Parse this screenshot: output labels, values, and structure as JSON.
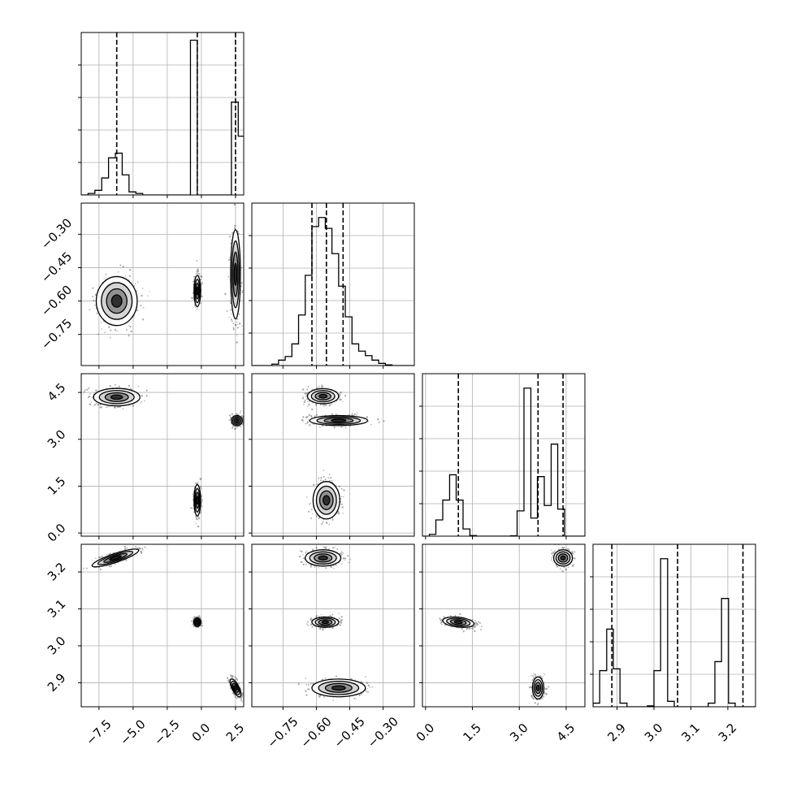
{
  "chart_data": {
    "type": "corner",
    "params": [
      {
        "ticks": [
          -7.5,
          -5.0,
          -2.5,
          0.0,
          2.5
        ],
        "tick_labels": [
          "−7.5",
          "−5.0",
          "−2.5",
          "0.0",
          "2.5"
        ],
        "range": [
          -8.8,
          3.1
        ],
        "quantiles": [
          -6.2,
          -0.3,
          2.5
        ]
      },
      {
        "ticks": [
          -0.75,
          -0.6,
          -0.45,
          -0.3
        ],
        "tick_labels": [
          "−0.75",
          "−0.60",
          "−0.45",
          "−0.30"
        ],
        "range": [
          -0.89,
          -0.16
        ],
        "quantiles": [
          -0.62,
          -0.555,
          -0.48
        ]
      },
      {
        "ticks": [
          0.0,
          1.5,
          3.0,
          4.5
        ],
        "tick_labels": [
          "0.0",
          "1.5",
          "3.0",
          "4.5"
        ],
        "range": [
          -0.1,
          5.1
        ],
        "quantiles": [
          1.05,
          3.6,
          4.4
        ]
      },
      {
        "ticks": [
          2.9,
          3.0,
          3.1,
          3.2
        ],
        "tick_labels": [
          "2.9",
          "3.0",
          "3.1",
          "3.2"
        ],
        "range": [
          2.835,
          3.275
        ],
        "quantiles": [
          2.886,
          3.064,
          3.241
        ]
      }
    ],
    "histograms": [
      {
        "edges": [
          -8.8,
          -8.3,
          -7.8,
          -7.3,
          -6.8,
          -6.3,
          -5.8,
          -5.3,
          -4.8,
          -4.3,
          -3.8,
          -3.3,
          -2.8,
          -2.3,
          -1.8,
          -1.3,
          -0.8,
          -0.3,
          0.2,
          0.7,
          1.2,
          1.7,
          2.2,
          2.7,
          3.1
        ],
        "counts": [
          0,
          0.01,
          0.03,
          0.11,
          0.24,
          0.27,
          0.13,
          0.02,
          0.01,
          0,
          0,
          0,
          0,
          0,
          0,
          0,
          1.0,
          0,
          0,
          0,
          0,
          0,
          0.6,
          0.38
        ],
        "ymax": 1.05
      },
      {
        "edges": [
          -0.89,
          -0.86,
          -0.83,
          -0.8,
          -0.77,
          -0.74,
          -0.71,
          -0.68,
          -0.65,
          -0.62,
          -0.59,
          -0.56,
          -0.53,
          -0.5,
          -0.47,
          -0.44,
          -0.41,
          -0.38,
          -0.35,
          -0.32,
          -0.29,
          -0.26,
          -0.23,
          -0.2,
          -0.16
        ],
        "counts": [
          0,
          0,
          0,
          0.008,
          0.03,
          0.05,
          0.12,
          0.28,
          0.5,
          0.77,
          0.82,
          0.76,
          0.62,
          0.44,
          0.27,
          0.12,
          0.08,
          0.055,
          0.03,
          0.012,
          0.004,
          0,
          0,
          0
        ],
        "ymax": 0.9
      },
      {
        "edges": [
          -0.1,
          0.12,
          0.33,
          0.55,
          0.77,
          0.98,
          1.2,
          1.42,
          1.63,
          1.85,
          2.07,
          2.28,
          2.5,
          2.72,
          2.93,
          3.15,
          3.37,
          3.58,
          3.8,
          4.02,
          4.23,
          4.45,
          4.67,
          4.88,
          5.1
        ],
        "counts": [
          0,
          0.01,
          0.09,
          0.2,
          0.34,
          0.2,
          0.04,
          0.003,
          0,
          0,
          0,
          0,
          0,
          0.002,
          0.14,
          0.82,
          0.1,
          0.33,
          0.17,
          0.51,
          0.15,
          0,
          0,
          0
        ],
        "ymax": 0.9
      },
      {
        "edges": [
          2.835,
          2.853,
          2.872,
          2.89,
          2.908,
          2.927,
          2.945,
          2.963,
          2.982,
          3.0,
          3.018,
          3.037,
          3.055,
          3.073,
          3.092,
          3.11,
          3.128,
          3.147,
          3.165,
          3.183,
          3.202,
          3.22,
          3.238,
          3.257,
          3.275
        ],
        "counts": [
          0.02,
          0.2,
          0.43,
          0.21,
          0.02,
          0,
          0,
          0,
          0.005,
          0.2,
          0.82,
          0.03,
          0,
          0,
          0,
          0,
          0,
          0.02,
          0.25,
          0.6,
          0.02,
          0,
          0,
          0
        ],
        "ymax": 0.9
      }
    ],
    "blobs": [
      {
        "x": 0,
        "y": 1,
        "clusters": [
          {
            "cx": -6.2,
            "cy": -0.6,
            "sx": 0.75,
            "sy": 0.055,
            "rho": 0
          },
          {
            "cx": -0.3,
            "cy": -0.555,
            "sx": 0.12,
            "sy": 0.035,
            "rho": 0
          },
          {
            "cx": 2.5,
            "cy": -0.48,
            "sx": 0.18,
            "sy": 0.1,
            "rho": 0
          }
        ]
      },
      {
        "x": 0,
        "y": 2,
        "clusters": [
          {
            "cx": -6.2,
            "cy": 4.35,
            "sx": 0.85,
            "sy": 0.14,
            "rho": 0
          },
          {
            "cx": -0.3,
            "cy": 1.05,
            "sx": 0.12,
            "sy": 0.25,
            "rho": 0
          },
          {
            "cx": 2.6,
            "cy": 3.6,
            "sx": 0.2,
            "sy": 0.08,
            "rho": 0
          }
        ]
      },
      {
        "x": 0,
        "y": 3,
        "clusters": [
          {
            "cx": -6.3,
            "cy": 3.238,
            "sx": 0.85,
            "sy": 0.012,
            "rho": 0.85
          },
          {
            "cx": -0.3,
            "cy": 3.064,
            "sx": 0.13,
            "sy": 0.006,
            "rho": 0
          },
          {
            "cx": 2.5,
            "cy": 2.886,
            "sx": 0.2,
            "sy": 0.012,
            "rho": -0.7
          }
        ]
      },
      {
        "x": 1,
        "y": 2,
        "clusters": [
          {
            "cx": -0.57,
            "cy": 4.38,
            "sx": 0.035,
            "sy": 0.12,
            "rho": 0
          },
          {
            "cx": -0.5,
            "cy": 3.6,
            "sx": 0.065,
            "sy": 0.08,
            "rho": 0
          },
          {
            "cx": -0.555,
            "cy": 1.05,
            "sx": 0.03,
            "sy": 0.3,
            "rho": 0
          }
        ]
      },
      {
        "x": 1,
        "y": 3,
        "clusters": [
          {
            "cx": -0.57,
            "cy": 3.238,
            "sx": 0.04,
            "sy": 0.011,
            "rho": 0
          },
          {
            "cx": -0.56,
            "cy": 3.064,
            "sx": 0.03,
            "sy": 0.007,
            "rho": 0
          },
          {
            "cx": -0.5,
            "cy": 2.886,
            "sx": 0.06,
            "sy": 0.012,
            "rho": 0
          }
        ]
      },
      {
        "x": 2,
        "y": 3,
        "clusters": [
          {
            "cx": 1.05,
            "cy": 3.064,
            "sx": 0.25,
            "sy": 0.007,
            "rho": -0.3
          },
          {
            "cx": 4.4,
            "cy": 3.238,
            "sx": 0.15,
            "sy": 0.011,
            "rho": 0
          },
          {
            "cx": 3.6,
            "cy": 2.886,
            "sx": 0.09,
            "sy": 0.015,
            "rho": 0
          }
        ]
      }
    ]
  }
}
